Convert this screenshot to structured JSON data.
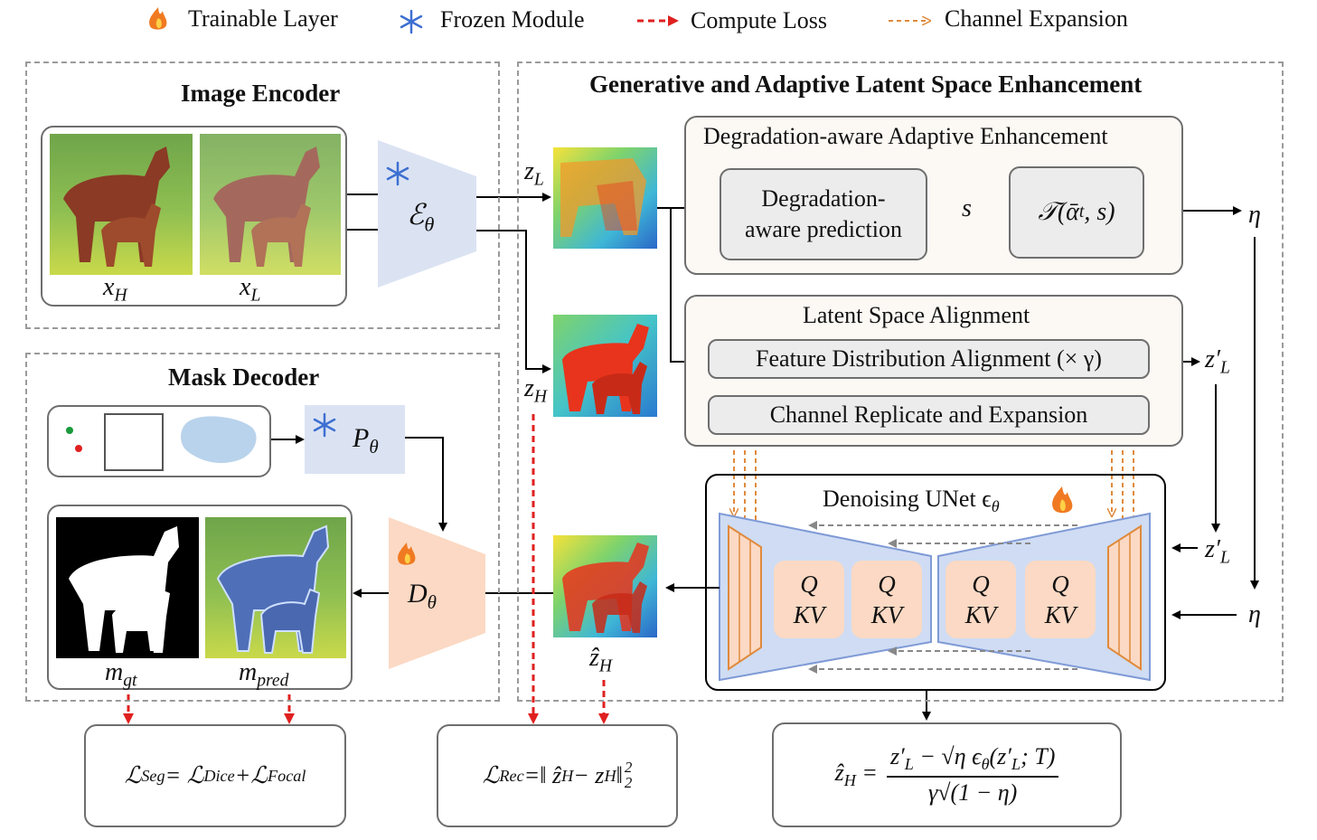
{
  "legend": {
    "trainable": "Trainable Layer",
    "frozen": "Frozen Module",
    "loss": "Compute Loss",
    "expansion": "Channel Expansion"
  },
  "encoder": {
    "title": "Image Encoder",
    "label_xh": "x",
    "label_xh_sub": "H",
    "label_xl": "x",
    "label_xl_sub": "L",
    "module": "ℰ",
    "module_sub": "θ"
  },
  "gase": {
    "title": "Generative and Adaptive Latent Space Enhancement",
    "daae_title": "Degradation-aware Adaptive Enhancement",
    "pred_line1": "Degradation-",
    "pred_line2": "aware prediction",
    "s": "s",
    "tfunc": "𝒯(ᾱ",
    "tfunc_sub": "t",
    "tfunc_end": ", s)",
    "eta": "η",
    "lsa_title": "Latent Space Alignment",
    "fda": "Feature Distribution Alignment (× γ)",
    "cre": "Channel Replicate and Expansion",
    "zl_prime": "z′",
    "zl_prime_sub": "L",
    "unet_title": "Denoising UNet ϵ",
    "unet_sub": "θ",
    "q": "Q",
    "kv": "KV",
    "zl": "z",
    "zl_sub": "L",
    "zh": "z",
    "zh_sub": "H",
    "zhat": "ẑ",
    "zhat_sub": "H"
  },
  "decoder": {
    "title": "Mask Decoder",
    "prompt": "P",
    "prompt_sub": "θ",
    "module": "D",
    "module_sub": "θ",
    "mgt": "m",
    "mgt_sub": "gt",
    "mpred": "m",
    "mpred_sub": "pred"
  },
  "losses": {
    "seg_left": "ℒ",
    "seg_left_sub": "Seg",
    "seg_eq": " = ℒ",
    "seg_dice_sub": "Dice",
    "seg_plus": "+ℒ",
    "seg_focal_sub": "Focal",
    "rec_left": "ℒ",
    "rec_left_sub": "Rec",
    "rec_eq": " =‖ ẑ",
    "rec_h1": "H",
    "rec_minus": " − z",
    "rec_h2": "H",
    "rec_norm": " ‖",
    "rec_sup": "2",
    "rec_subn": "2",
    "zhat_eq_left": "ẑ",
    "zhat_eq_sub": "H",
    "num": "z′",
    "num_sub": "L",
    "num_rest": " − √η ϵ",
    "num_theta": "θ",
    "num_arg": "(z′",
    "num_arg_sub": "L",
    "num_T": "; T)",
    "den": "γ√(1 − η)"
  },
  "colors": {
    "frozen": "#dbe3f3",
    "trainable": "#fbd9c4",
    "loss_arrow": "#e02020",
    "expansion_arrow": "#e08a3c",
    "unet_fill": "#cfdcf3",
    "unet_border": "#7f9ad6"
  }
}
